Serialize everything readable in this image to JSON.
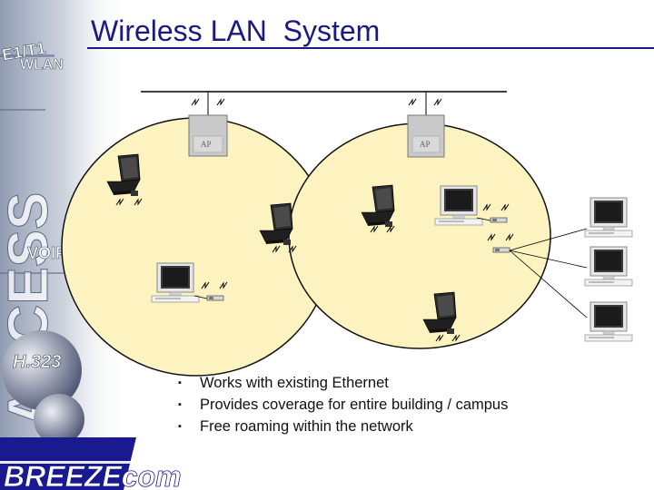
{
  "slide": {
    "title": "Wireless LAN  System",
    "bullets": [
      "Works with existing Ethernet",
      "Provides coverage for entire building / campus",
      "Free roaming within the network"
    ],
    "bullet_marker": "▪"
  },
  "diagram": {
    "access_points": [
      {
        "label": "AP"
      },
      {
        "label": "AP"
      }
    ]
  },
  "branding": {
    "logo_text": "BREEZEcom",
    "background_words": [
      "E1/T1",
      "WLAN",
      "ACCESS",
      "VOIP",
      "H.323"
    ]
  },
  "colors": {
    "title": "#1a1a80",
    "cell_fill": "#fdf3c0",
    "logo_blue": "#1a1a90"
  }
}
